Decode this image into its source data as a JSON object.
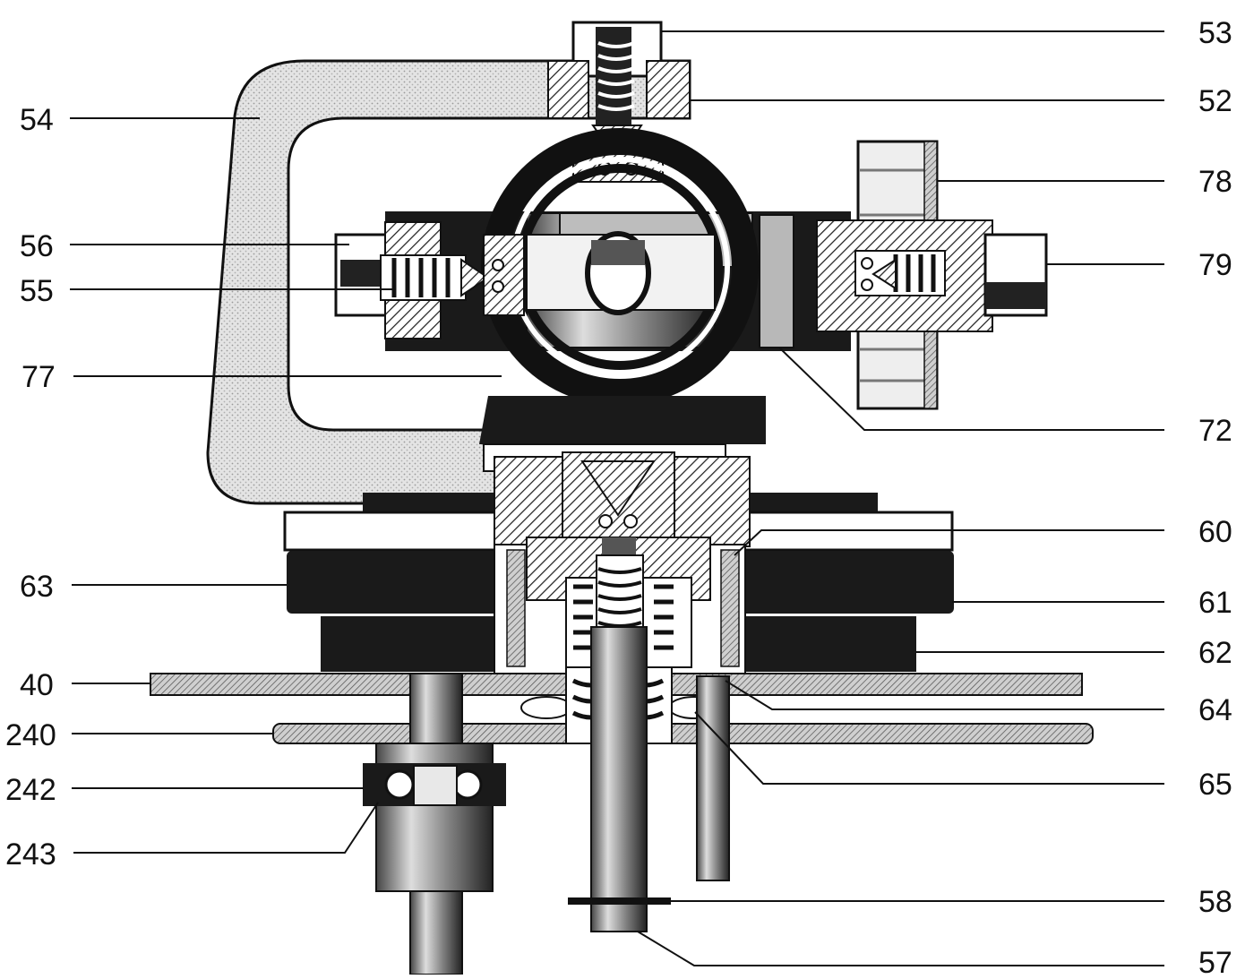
{
  "figure": {
    "labels_left": [
      "54",
      "56",
      "55",
      "77",
      "63",
      "40",
      "240",
      "242",
      "243"
    ],
    "labels_right": [
      "53",
      "52",
      "78",
      "79",
      "72",
      "60",
      "61",
      "62",
      "64",
      "65",
      "58",
      "57"
    ]
  },
  "colors": {
    "ink": "#111111",
    "frame_stipple": "#d9d9d9",
    "hatch_gray": "#9a9a9a",
    "background": "#ffffff"
  }
}
